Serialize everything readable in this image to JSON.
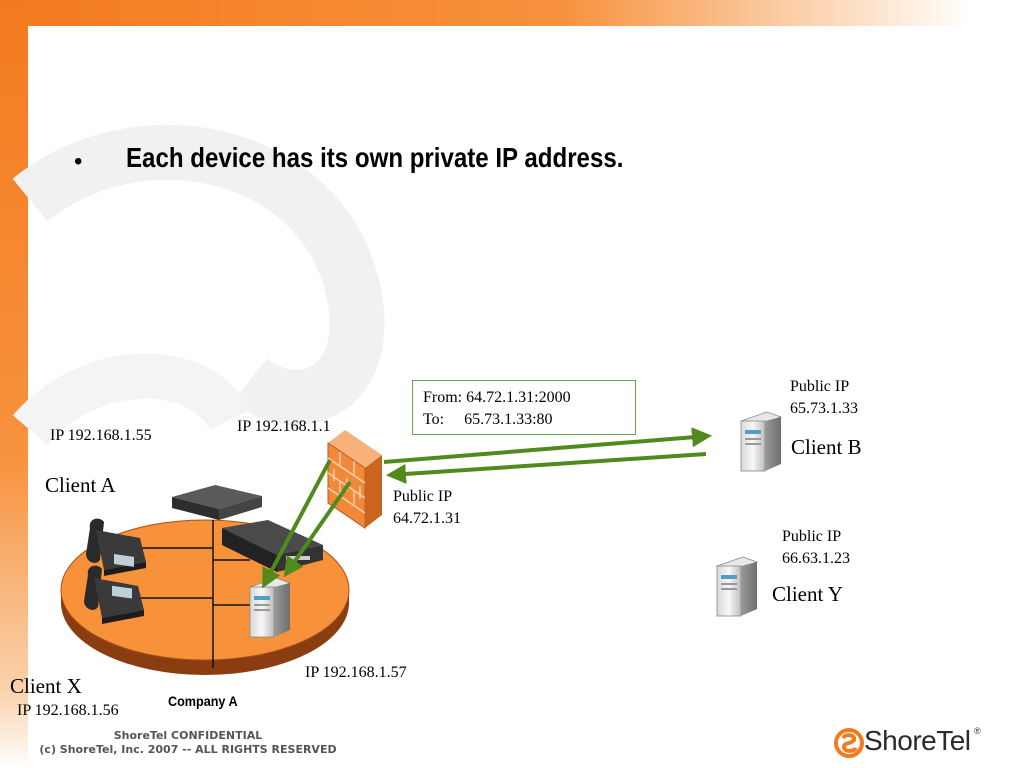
{
  "slide": {
    "bullet_symbol": "•",
    "bullet_text": "Each device has its own private IP address."
  },
  "packet": {
    "from": "From: 64.72.1.31:2000",
    "to": "To:     65.73.1.33:80"
  },
  "labels": {
    "client_a_ip": "IP 192.168.1.55",
    "client_a": "Client A",
    "router_ip": "IP 192.168.1.1",
    "firewall_public_ip_title": "Public IP",
    "firewall_public_ip": "64.72.1.31",
    "client_b_public_ip_title": "Public IP",
    "client_b_public_ip": "65.73.1.33",
    "client_b": "Client B",
    "client_y_public_ip_title": "Public IP",
    "client_y_public_ip": "66.63.1.23",
    "client_y": "Client Y",
    "server_ip": "IP 192.168.1.57",
    "client_x": "Client X",
    "client_x_ip": "IP 192.168.1.56",
    "company": "Company A"
  },
  "footer": {
    "line1": "ShoreTel CONFIDENTIAL",
    "line2": "(c) ShoreTel, Inc. 2007 -- ALL RIGHTS RESERVED"
  },
  "logo": {
    "text": "ShoreTel",
    "mark": "®"
  },
  "colors": {
    "accent_orange": "#f47a1f",
    "arrow_green": "#4f8a1c",
    "firewall_orange": "#f08a3a"
  }
}
